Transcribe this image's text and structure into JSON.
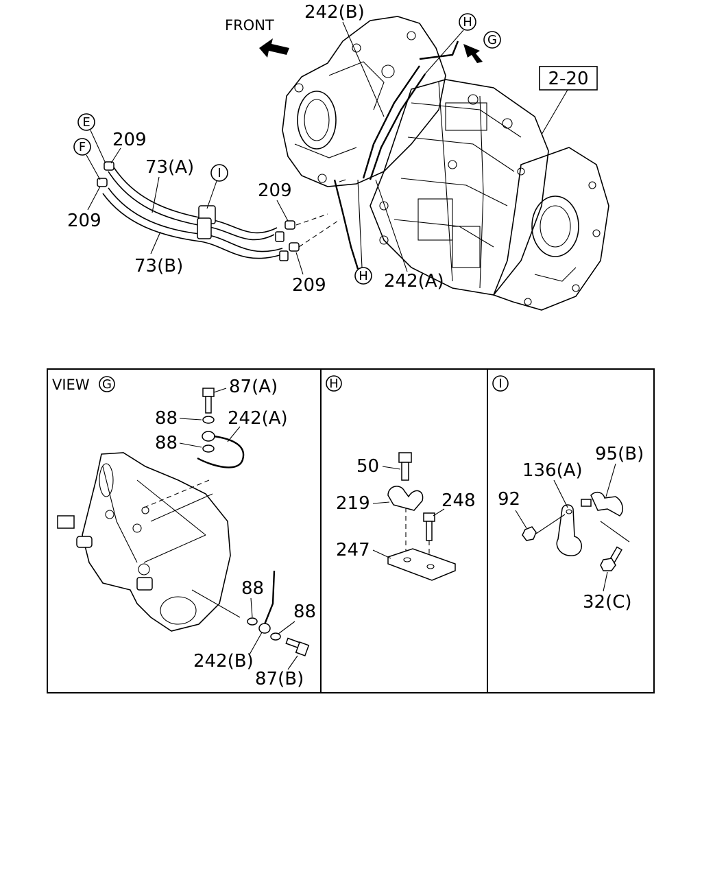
{
  "top": {
    "front_label": "FRONT",
    "ref_box": "2-20",
    "labels": {
      "l209_e": "209",
      "l209_f": "209",
      "l209_mid": "209",
      "l209_low": "209",
      "l73a": "73(A)",
      "l73b": "73(B)",
      "l242b": "242(B)",
      "l242a": "242(A)"
    },
    "circles": {
      "e": "E",
      "f": "F",
      "i": "I",
      "h_top": "H",
      "h_low": "H",
      "g": "G"
    }
  },
  "panels": {
    "g": {
      "title": "VIEW",
      "circle": "G",
      "labels": {
        "l87a": "87(A)",
        "l88_1": "88",
        "l242a": "242(A)",
        "l88_2": "88",
        "l88_3": "88",
        "l88_4": "88",
        "l242b": "242(B)",
        "l87b": "87(B)"
      }
    },
    "h": {
      "circle": "H",
      "labels": {
        "l50": "50",
        "l219": "219",
        "l248": "248",
        "l247": "247"
      }
    },
    "i": {
      "circle": "I",
      "labels": {
        "l136a": "136(A)",
        "l95b": "95(B)",
        "l92": "92",
        "l32c": "32(C)"
      }
    }
  }
}
